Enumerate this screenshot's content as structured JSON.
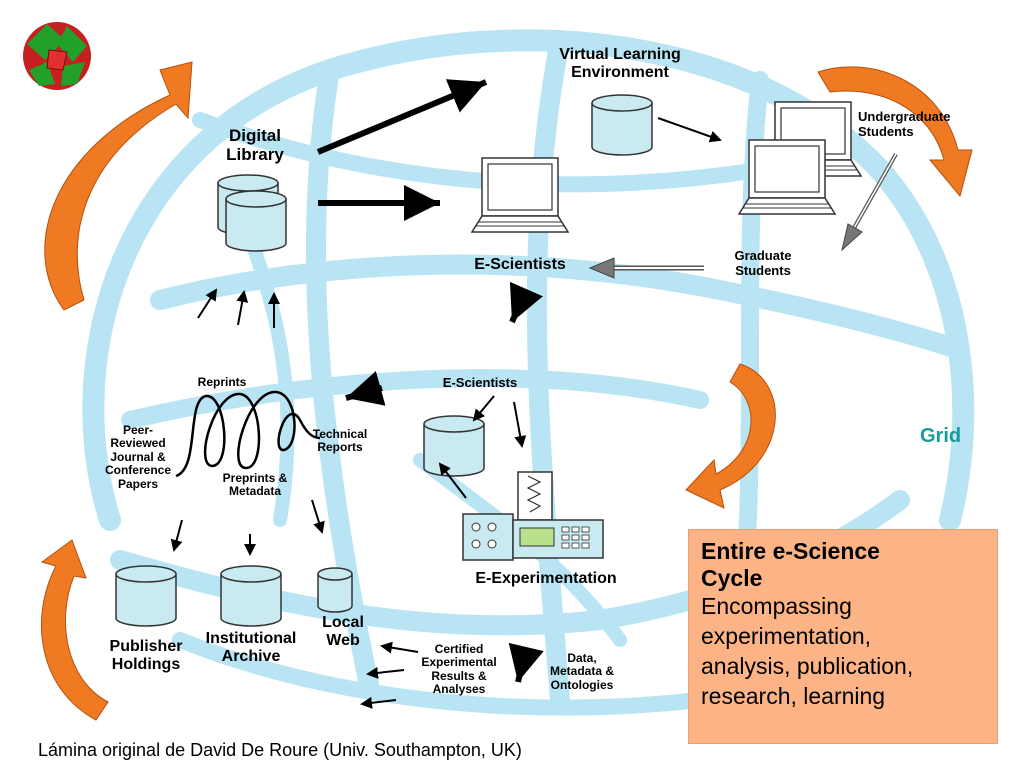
{
  "labels": {
    "digital_library": "Digital\nLibrary",
    "vle": "Virtual Learning\nEnvironment",
    "undergraduate": "Undergraduate\nStudents",
    "graduate": "Graduate\nStudents",
    "e_scientists_top": "E-Scientists",
    "e_scientists_mid": "E-Scientists",
    "reprints": "Reprints",
    "peer_reviewed": "Peer-\nReviewed\nJournal &\nConference\nPapers",
    "technical_reports": "Technical\nReports",
    "preprints_metadata": "Preprints &\nMetadata",
    "e_experimentation": "E-Experimentation",
    "publisher_holdings": "Publisher\nHoldings",
    "institutional_archive": "Institutional\nArchive",
    "local_web": "Local\nWeb",
    "certified": "Certified\nExperimental\nResults &\nAnalyses",
    "data_metadata": "Data,\nMetadata &\nOntologies",
    "grid": "Grid"
  },
  "note": {
    "title": "Entire e-Science\nCycle",
    "body": "Encompassing\nexperimentation,\nanalysis, publication,\nresearch, learning"
  },
  "credit": "Lámina original de David De Roure (Univ. Southampton, UK)",
  "colors": {
    "globe": "#b8e4f4",
    "orange_arrow": "#f07a22",
    "cylinder_fill": "#c8eaf0",
    "note_bg": "#fcb487",
    "grid_text": "#1a9a9a",
    "instrument_fill": "#c8eaf0",
    "screen_fill": "#b9e08c"
  },
  "icons": [
    "polyhedron-logo-icon",
    "database-icon",
    "laptop-icon",
    "instrument-icon",
    "spiral-icon",
    "orange-cycle-arrow-icon"
  ]
}
